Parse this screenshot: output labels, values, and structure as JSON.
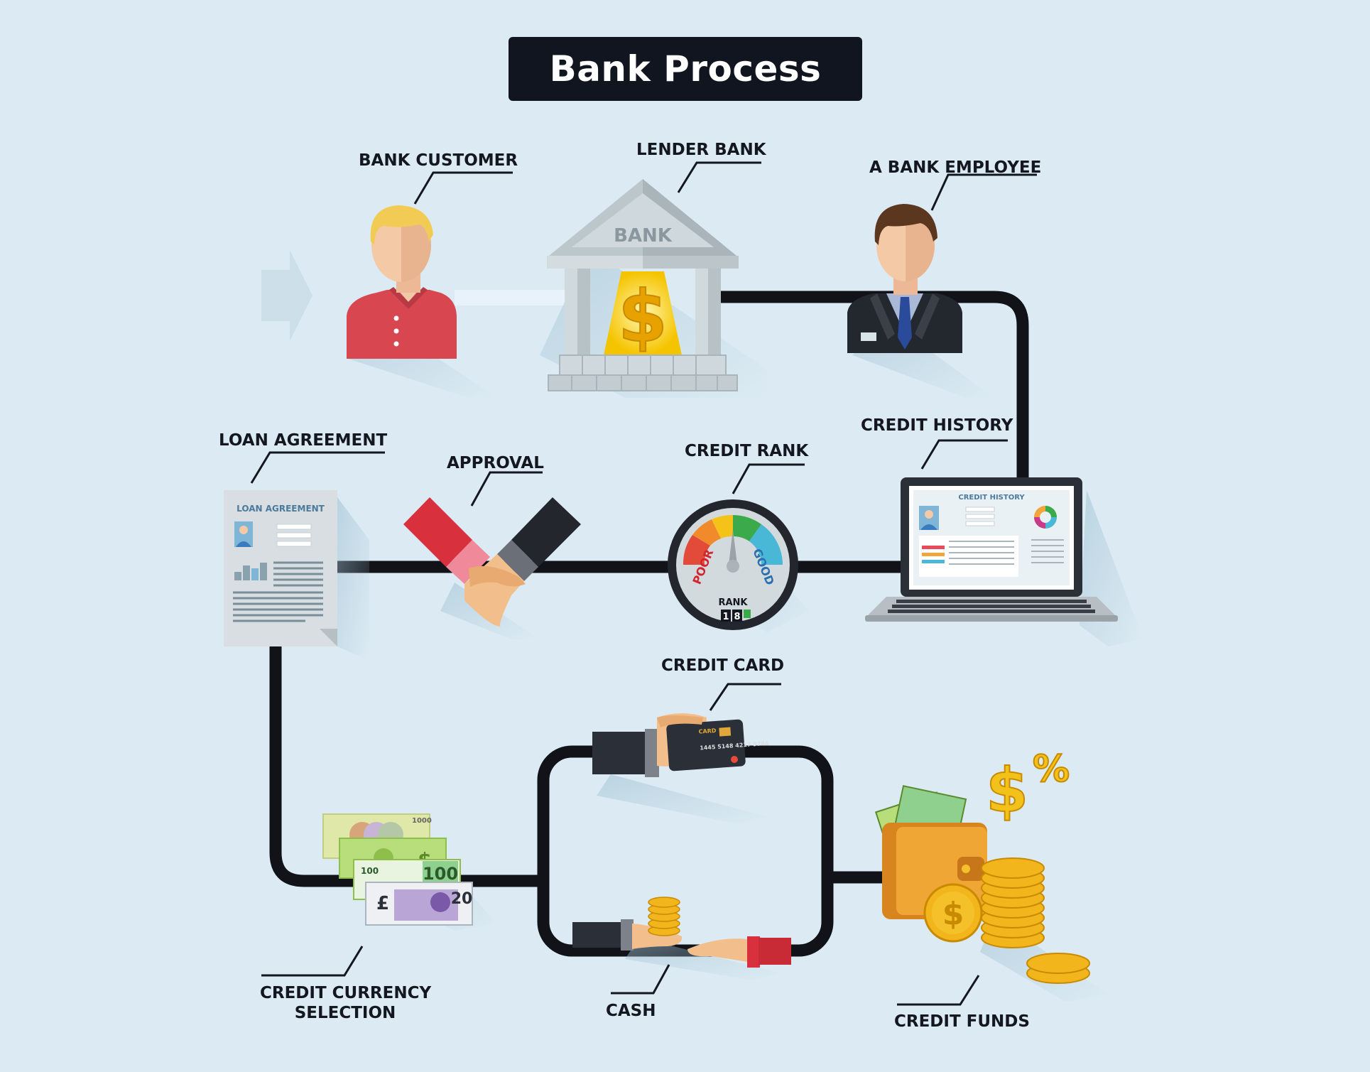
{
  "title": "Bank Process",
  "labels": {
    "bank_customer": "BANK CUSTOMER",
    "lender_bank": "LENDER BANK",
    "bank_employee": "A BANK EMPLOYEE",
    "loan_agreement": "LOAN AGREEMENT",
    "approval": "APPROVAL",
    "credit_rank": "CREDIT RANK",
    "credit_history": "CREDIT HISTORY",
    "credit_card": "CREDIT CARD",
    "credit_currency_line1": "CREDIT CURRENCY",
    "credit_currency_line2": "SELECTION",
    "cash": "CASH",
    "credit_funds": "CREDIT FUNDS"
  },
  "bank_building": {
    "sign": "BANK"
  },
  "gauge": {
    "poor": "POOR",
    "good": "GOOD",
    "rank": "RANK",
    "digit1": "1",
    "digit2": "8"
  },
  "loan_doc": {
    "heading": "LOAN AGREEMENT"
  },
  "laptop": {
    "heading": "CREDIT HISTORY"
  },
  "card": {
    "number": "1445 5148 4217 9788",
    "brand": "CARD"
  },
  "banknotes": {
    "note1": "1000",
    "note2": "100",
    "note3": "20",
    "pound": "£"
  },
  "symbols": {
    "dollar": "$",
    "percent": "%"
  },
  "colors": {
    "background": "#dcebf3",
    "line": "#111318",
    "title_bg": "#101520",
    "gold": "#f2b51c"
  }
}
